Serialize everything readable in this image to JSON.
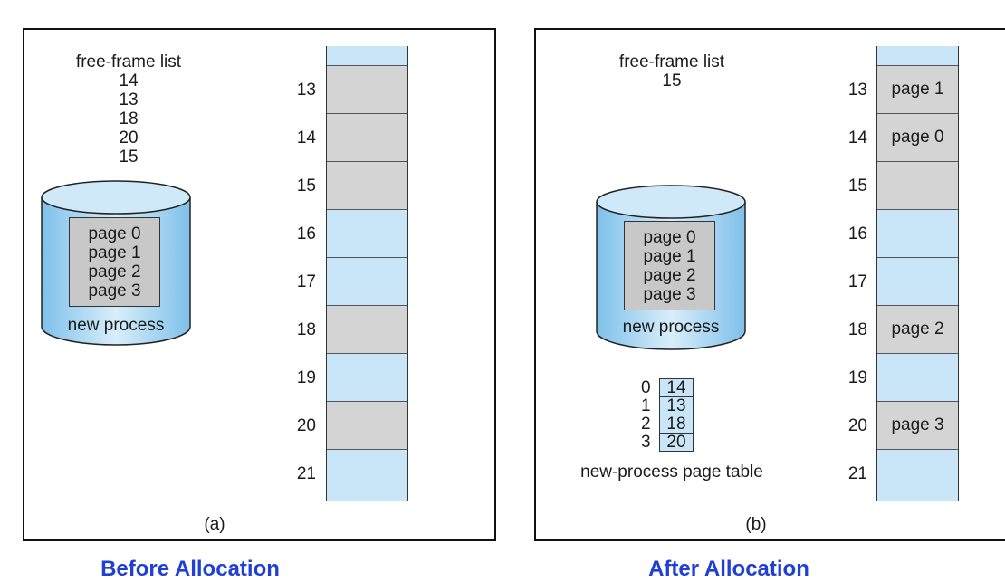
{
  "panel_a": {
    "label": "(a)",
    "free_frame_title": "free-frame list",
    "free_frames": [
      "14",
      "13",
      "18",
      "20",
      "15"
    ],
    "disk_pages": [
      "page 0",
      "page 1",
      "page 2",
      "page 3"
    ],
    "disk_label": "new process",
    "frames": [
      {
        "num": "13",
        "state": "used",
        "content": ""
      },
      {
        "num": "14",
        "state": "used",
        "content": ""
      },
      {
        "num": "15",
        "state": "used",
        "content": ""
      },
      {
        "num": "16",
        "state": "free",
        "content": ""
      },
      {
        "num": "17",
        "state": "free",
        "content": ""
      },
      {
        "num": "18",
        "state": "used",
        "content": ""
      },
      {
        "num": "19",
        "state": "free",
        "content": ""
      },
      {
        "num": "20",
        "state": "used",
        "content": ""
      },
      {
        "num": "21",
        "state": "free",
        "content": ""
      }
    ],
    "caption": "Before Allocation"
  },
  "panel_b": {
    "label": "(b)",
    "free_frame_title": "free-frame list",
    "free_frames": [
      "15"
    ],
    "disk_pages": [
      "page 0",
      "page 1",
      "page 2",
      "page 3"
    ],
    "disk_label": "new process",
    "page_table": {
      "indices": [
        "0",
        "1",
        "2",
        "3"
      ],
      "frames": [
        "14",
        "13",
        "18",
        "20"
      ],
      "label": "new-process page table"
    },
    "frames": [
      {
        "num": "13",
        "state": "used",
        "content": "page 1"
      },
      {
        "num": "14",
        "state": "used",
        "content": "page 0"
      },
      {
        "num": "15",
        "state": "used",
        "content": ""
      },
      {
        "num": "16",
        "state": "free",
        "content": ""
      },
      {
        "num": "17",
        "state": "free",
        "content": ""
      },
      {
        "num": "18",
        "state": "used",
        "content": "page 2"
      },
      {
        "num": "19",
        "state": "free",
        "content": ""
      },
      {
        "num": "20",
        "state": "used",
        "content": "page 3"
      },
      {
        "num": "21",
        "state": "free",
        "content": ""
      }
    ],
    "caption": "After Allocation"
  },
  "colors": {
    "free_frame": "#c8e6f8",
    "used_frame": "#d4d4d4",
    "caption": "#1f3fd6",
    "disk_body": "#a9d6f0"
  }
}
